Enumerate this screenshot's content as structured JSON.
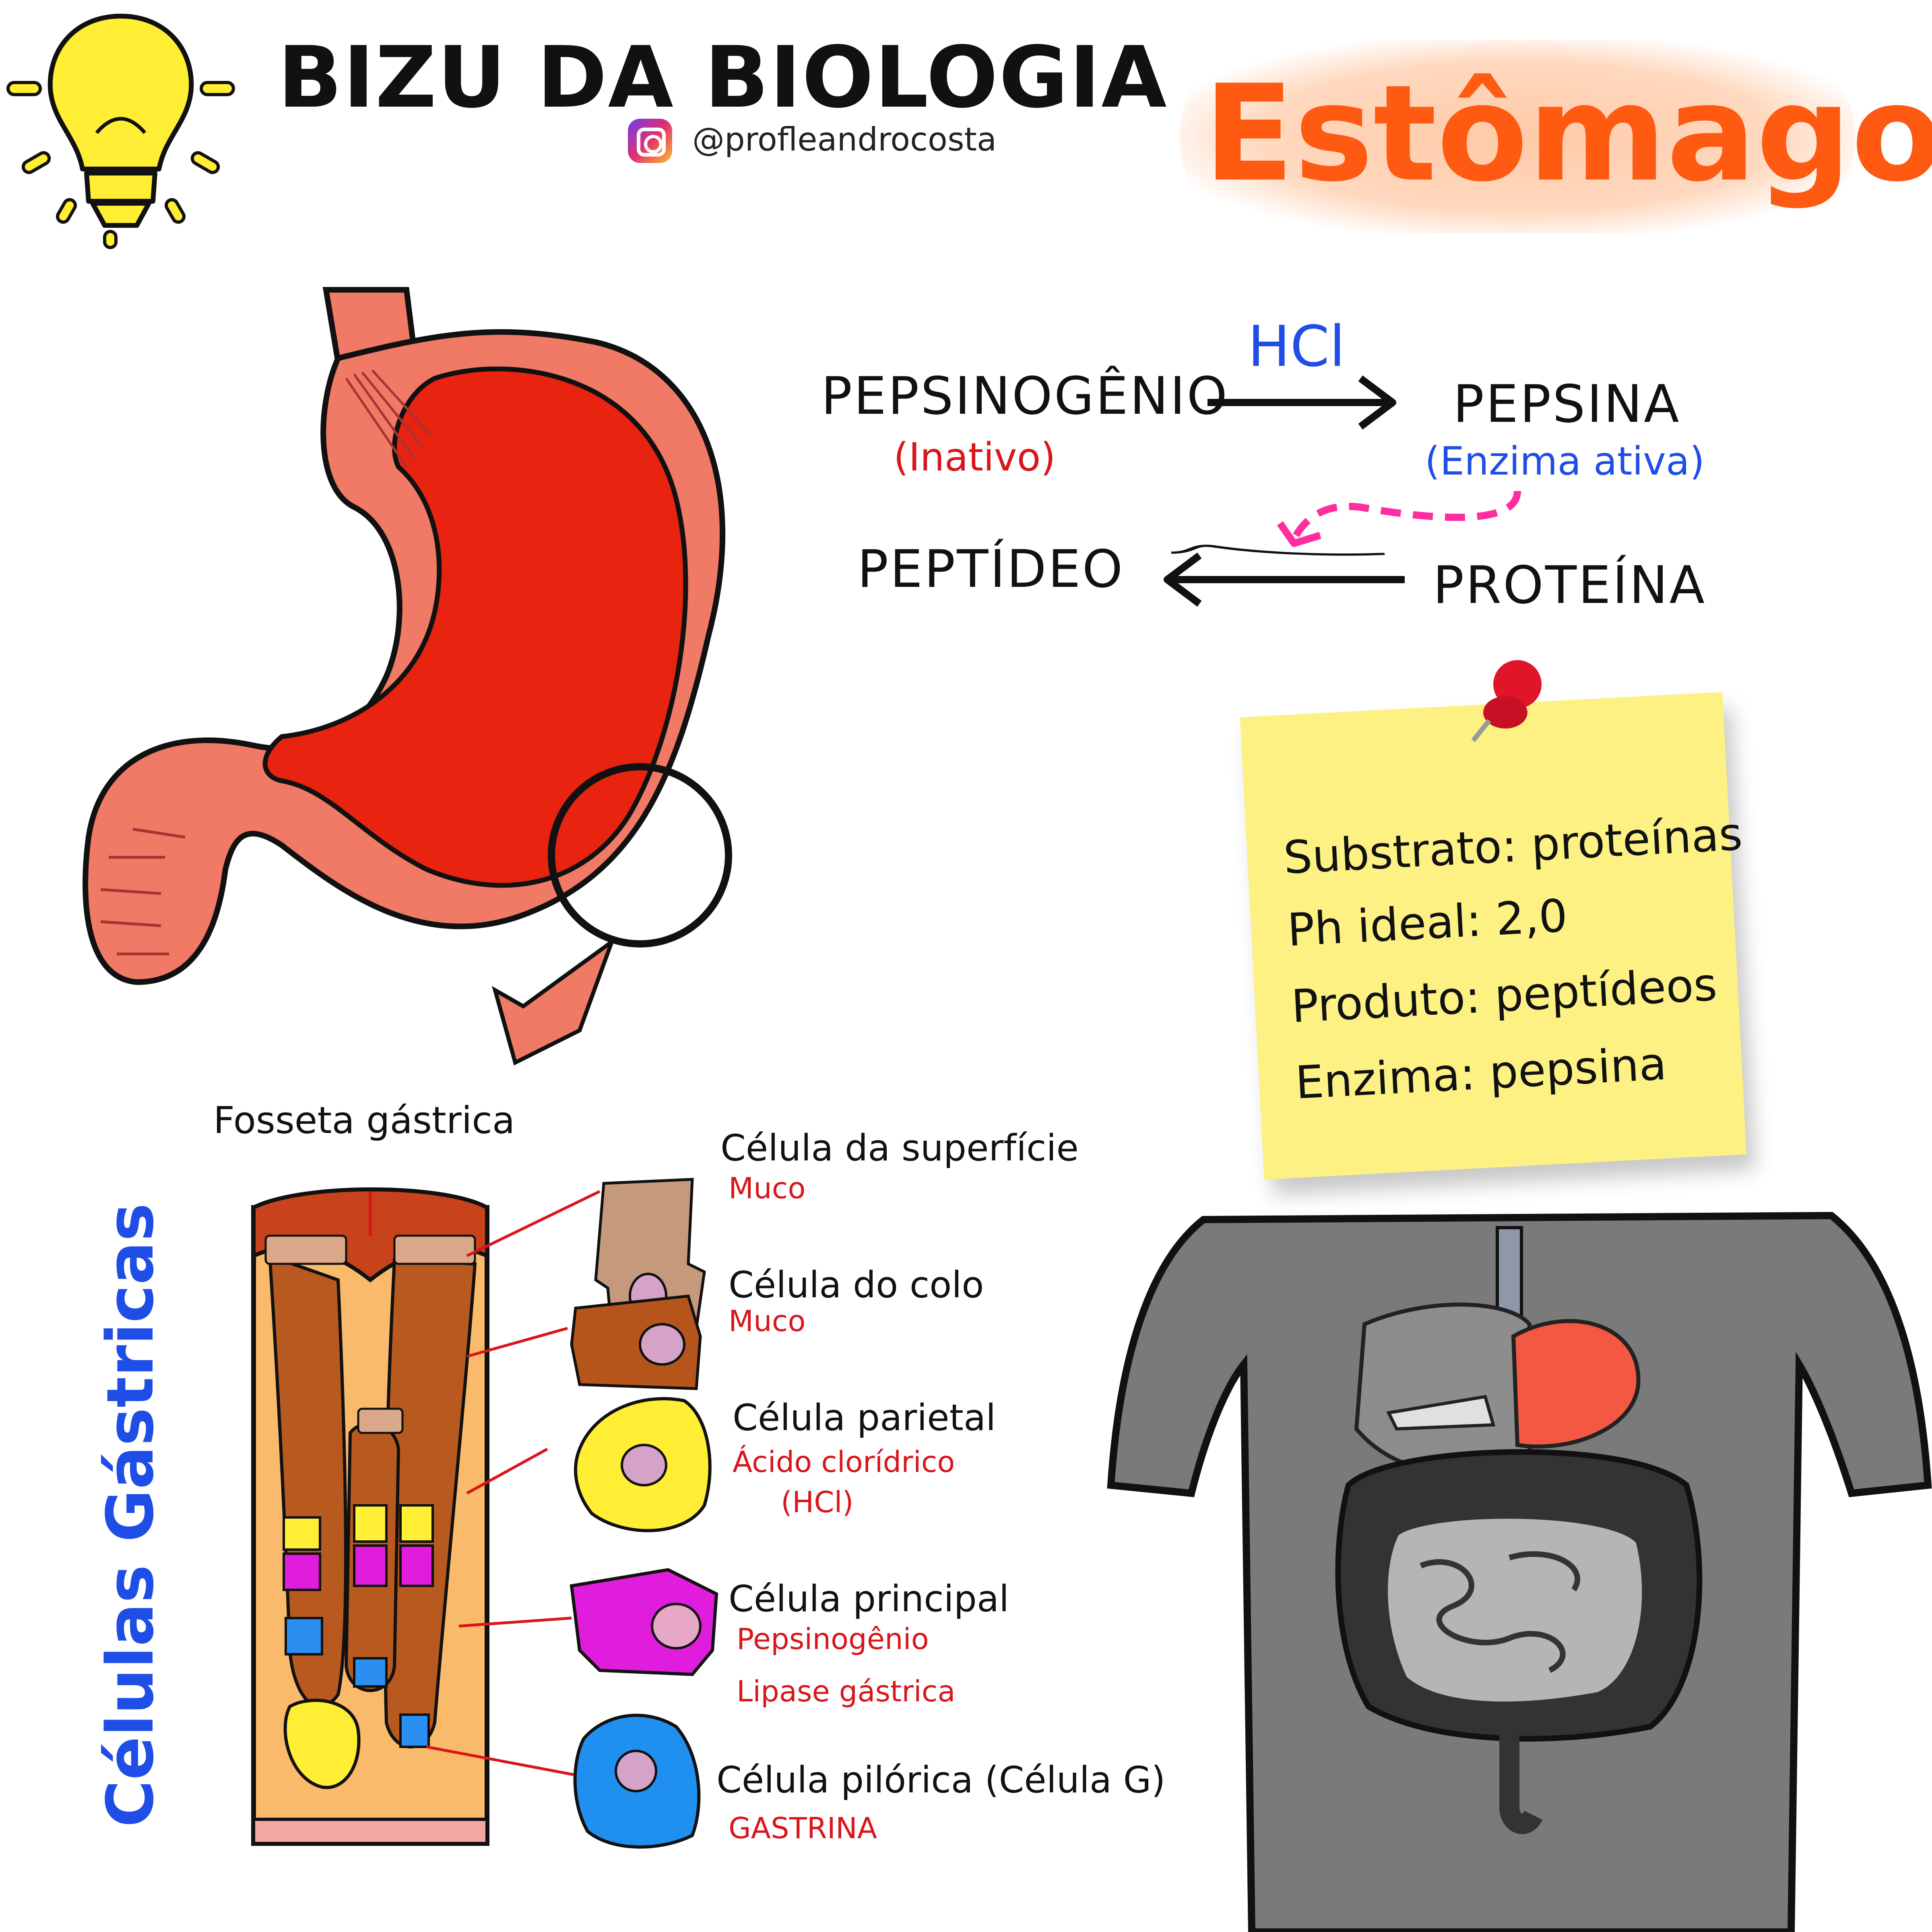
{
  "header": {
    "brand": "BIZU DA BIOLOGIA",
    "handle": "@profleandrocosta",
    "title": "Estômago"
  },
  "reaction": {
    "pepsinogen": "PEPSINOGÊNIO",
    "pepsinogen_note": "(Inativo)",
    "catalyst": "HCl",
    "pepsin": "PEPSINA",
    "pepsin_note": "(Enzima ativa)",
    "peptide": "PEPTÍDEO",
    "protein": "PROTEÍNA"
  },
  "sticky_note": {
    "lines": [
      "Substrato: proteínas",
      "Ph ideal: 2,0",
      "Produto: peptídeos",
      "Enzima: pepsina"
    ]
  },
  "gland": {
    "vertical_label": "Células Gástricas",
    "pit_label": "Fosseta gástrica",
    "cells": [
      {
        "title": "Célula da superfície",
        "subs": [
          "Muco"
        ]
      },
      {
        "title": "Célula do colo",
        "subs": [
          "Muco"
        ]
      },
      {
        "title": "Célula parietal",
        "subs": [
          "Ácido clorídrico",
          "(HCl)"
        ]
      },
      {
        "title": "Célula principal",
        "subs": [
          "Pepsinogênio",
          "Lipase gástrica"
        ]
      },
      {
        "title": "Célula pilórica (Célula G)",
        "subs": [
          "GASTRINA"
        ]
      }
    ]
  },
  "colors": {
    "title_orange": "#ff5a12",
    "stomach_red": "#e8230f",
    "stomach_pink": "#f07a66",
    "body_gray": "#7a7a7a",
    "note_yellow": "#fdf183",
    "catalyst_blue": "#1f4ee6",
    "label_red": "#d8161b",
    "dash_magenta": "#ff2da0"
  },
  "icons": [
    "lightbulb-icon",
    "instagram-icon",
    "push-pin-icon"
  ]
}
